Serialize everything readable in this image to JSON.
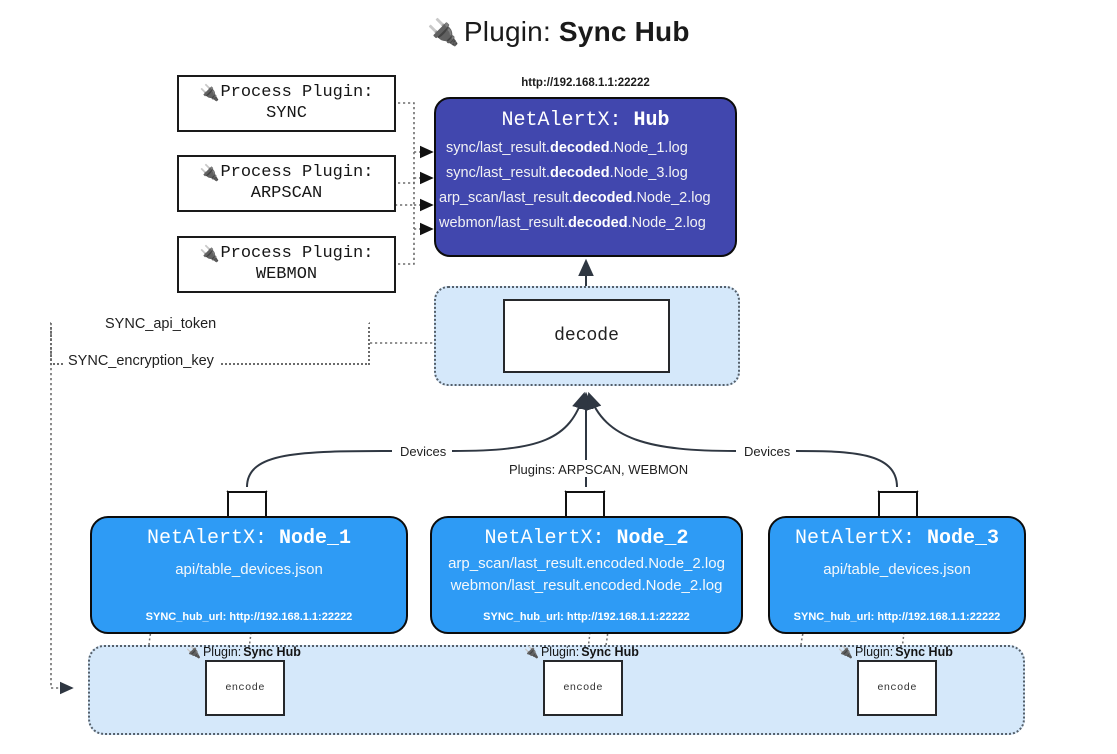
{
  "title": {
    "icon": "plug-icon",
    "prefix": "Plugin: ",
    "name": "Sync Hub"
  },
  "process_plugins": [
    {
      "icon": "plug-icon",
      "line1": "Process Plugin:",
      "line2": "SYNC"
    },
    {
      "icon": "plug-icon",
      "line1": "Process Plugin:",
      "line2": "ARPSCAN"
    },
    {
      "icon": "plug-icon",
      "line1": "Process Plugin:",
      "line2": "WEBMON"
    }
  ],
  "hub": {
    "url": "http://192.168.1.1:22222",
    "title_prefix": "NetAlertX: ",
    "title_name": "Hub",
    "rows": [
      {
        "pre": "sync/last_result.",
        "bold": "decoded",
        "post": ".Node_1.log"
      },
      {
        "pre": "sync/last_result.",
        "bold": "decoded",
        "post": ".Node_3.log"
      },
      {
        "pre": "arp_scan/last_result.",
        "bold": "decoded",
        "post": ".Node_2.log"
      },
      {
        "pre": "webmon/last_result.",
        "bold": "decoded",
        "post": ".Node_2.log"
      }
    ]
  },
  "decode": {
    "label": "decode"
  },
  "tokens": {
    "api_token": "SYNC_api_token",
    "encryption_key": "SYNC_encryption_key"
  },
  "edge_labels": {
    "devices_left": "Devices",
    "devices_right": "Devices",
    "plugins_center": "Plugins: ARPSCAN, WEBMON"
  },
  "nodes": [
    {
      "title_prefix": "NetAlertX: ",
      "title_name": "Node_1",
      "lines": [
        "api/table_devices.json"
      ],
      "footer": "SYNC_hub_url: http://192.168.1.1:22222"
    },
    {
      "title_prefix": "NetAlertX: ",
      "title_name": "Node_2",
      "lines": [
        "arp_scan/last_result.encoded.Node_2.log",
        "webmon/last_result.encoded.Node_2.log"
      ],
      "footer": "SYNC_hub_url: http://192.168.1.1:22222"
    },
    {
      "title_prefix": "NetAlertX: ",
      "title_name": "Node_3",
      "lines": [
        "api/table_devices.json"
      ],
      "footer": "SYNC_hub_url: http://192.168.1.1:22222"
    }
  ],
  "encoders": [
    {
      "label_prefix": "Plugin: ",
      "label_name": "Sync Hub",
      "box": "encode"
    },
    {
      "label_prefix": "Plugin: ",
      "label_name": "Sync Hub",
      "box": "encode"
    },
    {
      "label_prefix": "Plugin: ",
      "label_name": "Sync Hub",
      "box": "encode"
    }
  ],
  "colors": {
    "hub": "#4147ae",
    "node": "#2e9bf5",
    "panel": "#d5e8fa",
    "stroke": "#0c0c0c",
    "dotted": "#55606b",
    "background": "#ffffff"
  }
}
